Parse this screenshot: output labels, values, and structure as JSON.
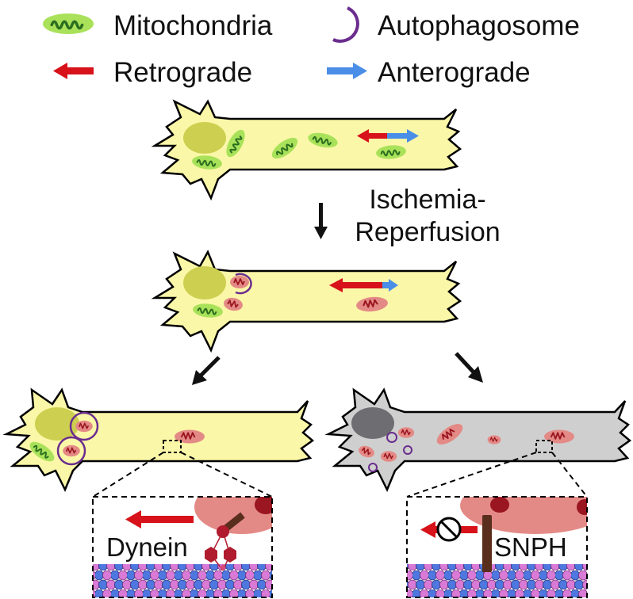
{
  "legend": {
    "mitochondria": "Mitochondria",
    "autophagosome": "Autophagosome",
    "retrograde": "Retrograde",
    "anterograde": "Anterograde"
  },
  "transition_label_line1": "Ischemia-",
  "transition_label_line2": "Reperfusion",
  "inset_left_label": "Dynein",
  "inset_right_label": "SNPH",
  "colors": {
    "axon_healthy": "#fbf7a8",
    "axon_damaged": "#cfcfcf",
    "nucleus_healthy": "#cdcf50",
    "nucleus_damaged": "#6d6d72",
    "mito_healthy": "#a9e25a",
    "mito_damaged": "#e48a86",
    "cristae_healthy": "#2b6e1f",
    "cristae_damaged": "#9a1620",
    "autophagosome": "#6a2d8e",
    "retrograde": "#d7121a",
    "anterograde": "#4a8ee8",
    "microtubule_blue": "#4f77e0",
    "microtubule_pink": "#d97ad6",
    "anchor": "#5a2e1c",
    "dynein": "#b01c2e"
  }
}
